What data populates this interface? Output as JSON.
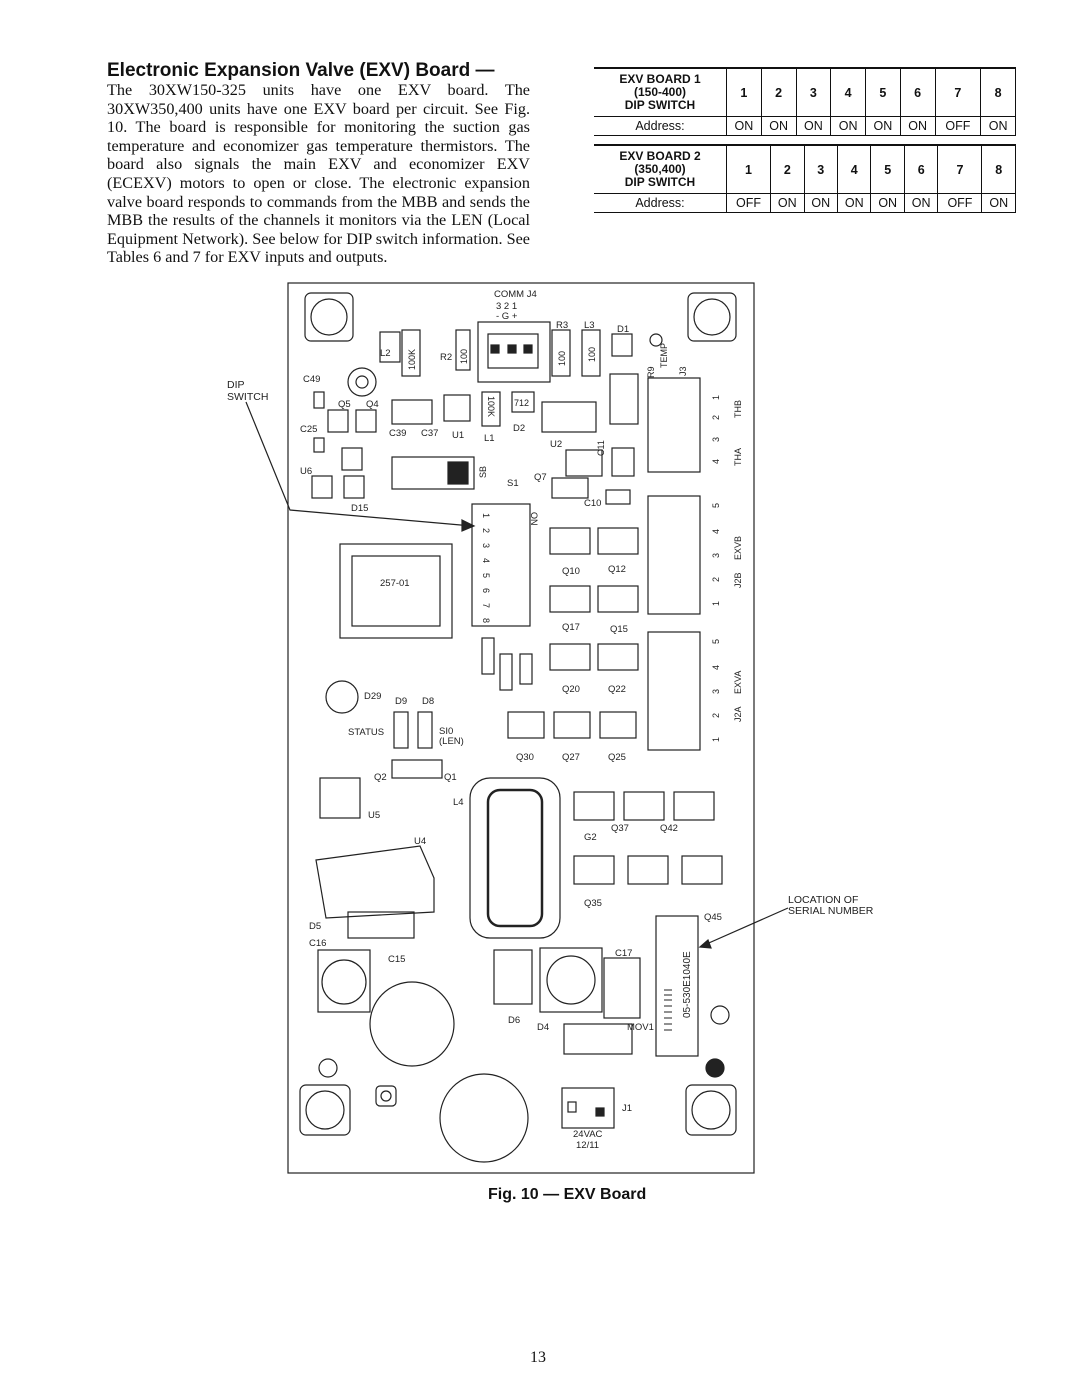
{
  "section": {
    "heading": "Electronic Expansion Valve (EXV) Board —",
    "body": "The 30XW150-325 units have one EXV board. The 30XW350,400 units have one EXV board per circuit. See Fig. 10. The board is responsible for monitoring the suction gas temperature and economizer gas temperature thermistors. The board also signals the main EXV and economizer EXV (ECEXV) motors to open or close. The electronic expansion valve board responds to commands from the MBB and sends the MBB the results of the channels it monitors via the LEN (Local Equipment Network). See below for DIP switch information. See Tables 6 and 7 for EXV inputs and outputs."
  },
  "tables": [
    {
      "title_lines": [
        "EXV BOARD 1",
        "(150-400)",
        "DIP SWITCH"
      ],
      "switches": [
        "1",
        "2",
        "3",
        "4",
        "5",
        "6",
        "7",
        "8"
      ],
      "row_label": "Address:",
      "values": [
        "ON",
        "ON",
        "ON",
        "ON",
        "ON",
        "ON",
        "OFF",
        "ON"
      ]
    },
    {
      "title_lines": [
        "EXV BOARD 2",
        "(350,400)",
        "DIP SWITCH"
      ],
      "switches": [
        "1",
        "2",
        "3",
        "4",
        "5",
        "6",
        "7",
        "8"
      ],
      "row_label": "Address:",
      "values": [
        "OFF",
        "ON",
        "ON",
        "ON",
        "ON",
        "ON",
        "OFF",
        "ON"
      ]
    }
  ],
  "figure": {
    "caption": "Fig. 10 — EXV Board",
    "comm": "COMM J4",
    "comm_pins": "3  2  1",
    "comm_signs": "-  G  +",
    "chip_label": "257-01",
    "callouts": {
      "dip_line1": "DIP",
      "dip_line2": "SWITCH",
      "serial_line1": "LOCATION OF",
      "serial_line2": "SERIAL NUMBER"
    },
    "power": {
      "label": "24VAC",
      "date": "12/11"
    },
    "serial_text": "05-530E1040E",
    "labels": {
      "l2": "L2",
      "r2": "R2",
      "r3": "R3",
      "l3": "L3",
      "d1": "D1",
      "r9": "R9",
      "temp": "TEMP",
      "j3": "J3",
      "c49": "C49",
      "q5": "Q5",
      "q4": "Q4",
      "c25": "C25",
      "c39": "C39",
      "c37": "C37",
      "u1": "U1",
      "l1": "L1",
      "d2": "D2",
      "u2": "U2",
      "c11": "C11",
      "u6": "U6",
      "sb": "SB",
      "s1": "S1",
      "q7": "Q7",
      "on": "ON",
      "c10": "C10",
      "d15": "D15",
      "q10": "Q10",
      "q12": "Q12",
      "q17": "Q17",
      "q15": "Q15",
      "q20": "Q20",
      "q22": "Q22",
      "d29": "D29",
      "d9": "D9",
      "d8": "D8",
      "status": "STATUS",
      "si0": "SI0",
      "len": "(LEN)",
      "q30": "Q30",
      "q27": "Q27",
      "q25": "Q25",
      "q2": "Q2",
      "q1": "Q1",
      "u5": "U5",
      "l4": "L4",
      "u4": "U4",
      "g2": "G2",
      "q37": "Q37",
      "q42": "Q42",
      "q35": "Q35",
      "q45": "Q45",
      "d5": "D5",
      "c16": "C16",
      "c15": "C15",
      "c17": "C17",
      "d6": "D6",
      "d4": "D4",
      "mov1": "MOV1",
      "j1": "J1",
      "res1": "100K",
      "res2": "100",
      "res3": "100K",
      "res4": "712",
      "res5": "100",
      "res6": "100",
      "thb": "THB",
      "tha": "THA",
      "exvb": "EXVB",
      "j2b": "J2B",
      "exva": "EXVA",
      "j2a": "J2A"
    },
    "j3_pins": [
      "1",
      "2",
      "3",
      "4"
    ],
    "j2b_pins": [
      "5",
      "4",
      "3",
      "2",
      "1"
    ],
    "j2a_pins": [
      "5",
      "4",
      "3",
      "2",
      "1"
    ],
    "dip_numbers": [
      "1",
      "2",
      "3",
      "4",
      "5",
      "6",
      "7",
      "8"
    ]
  },
  "page_number": "13"
}
